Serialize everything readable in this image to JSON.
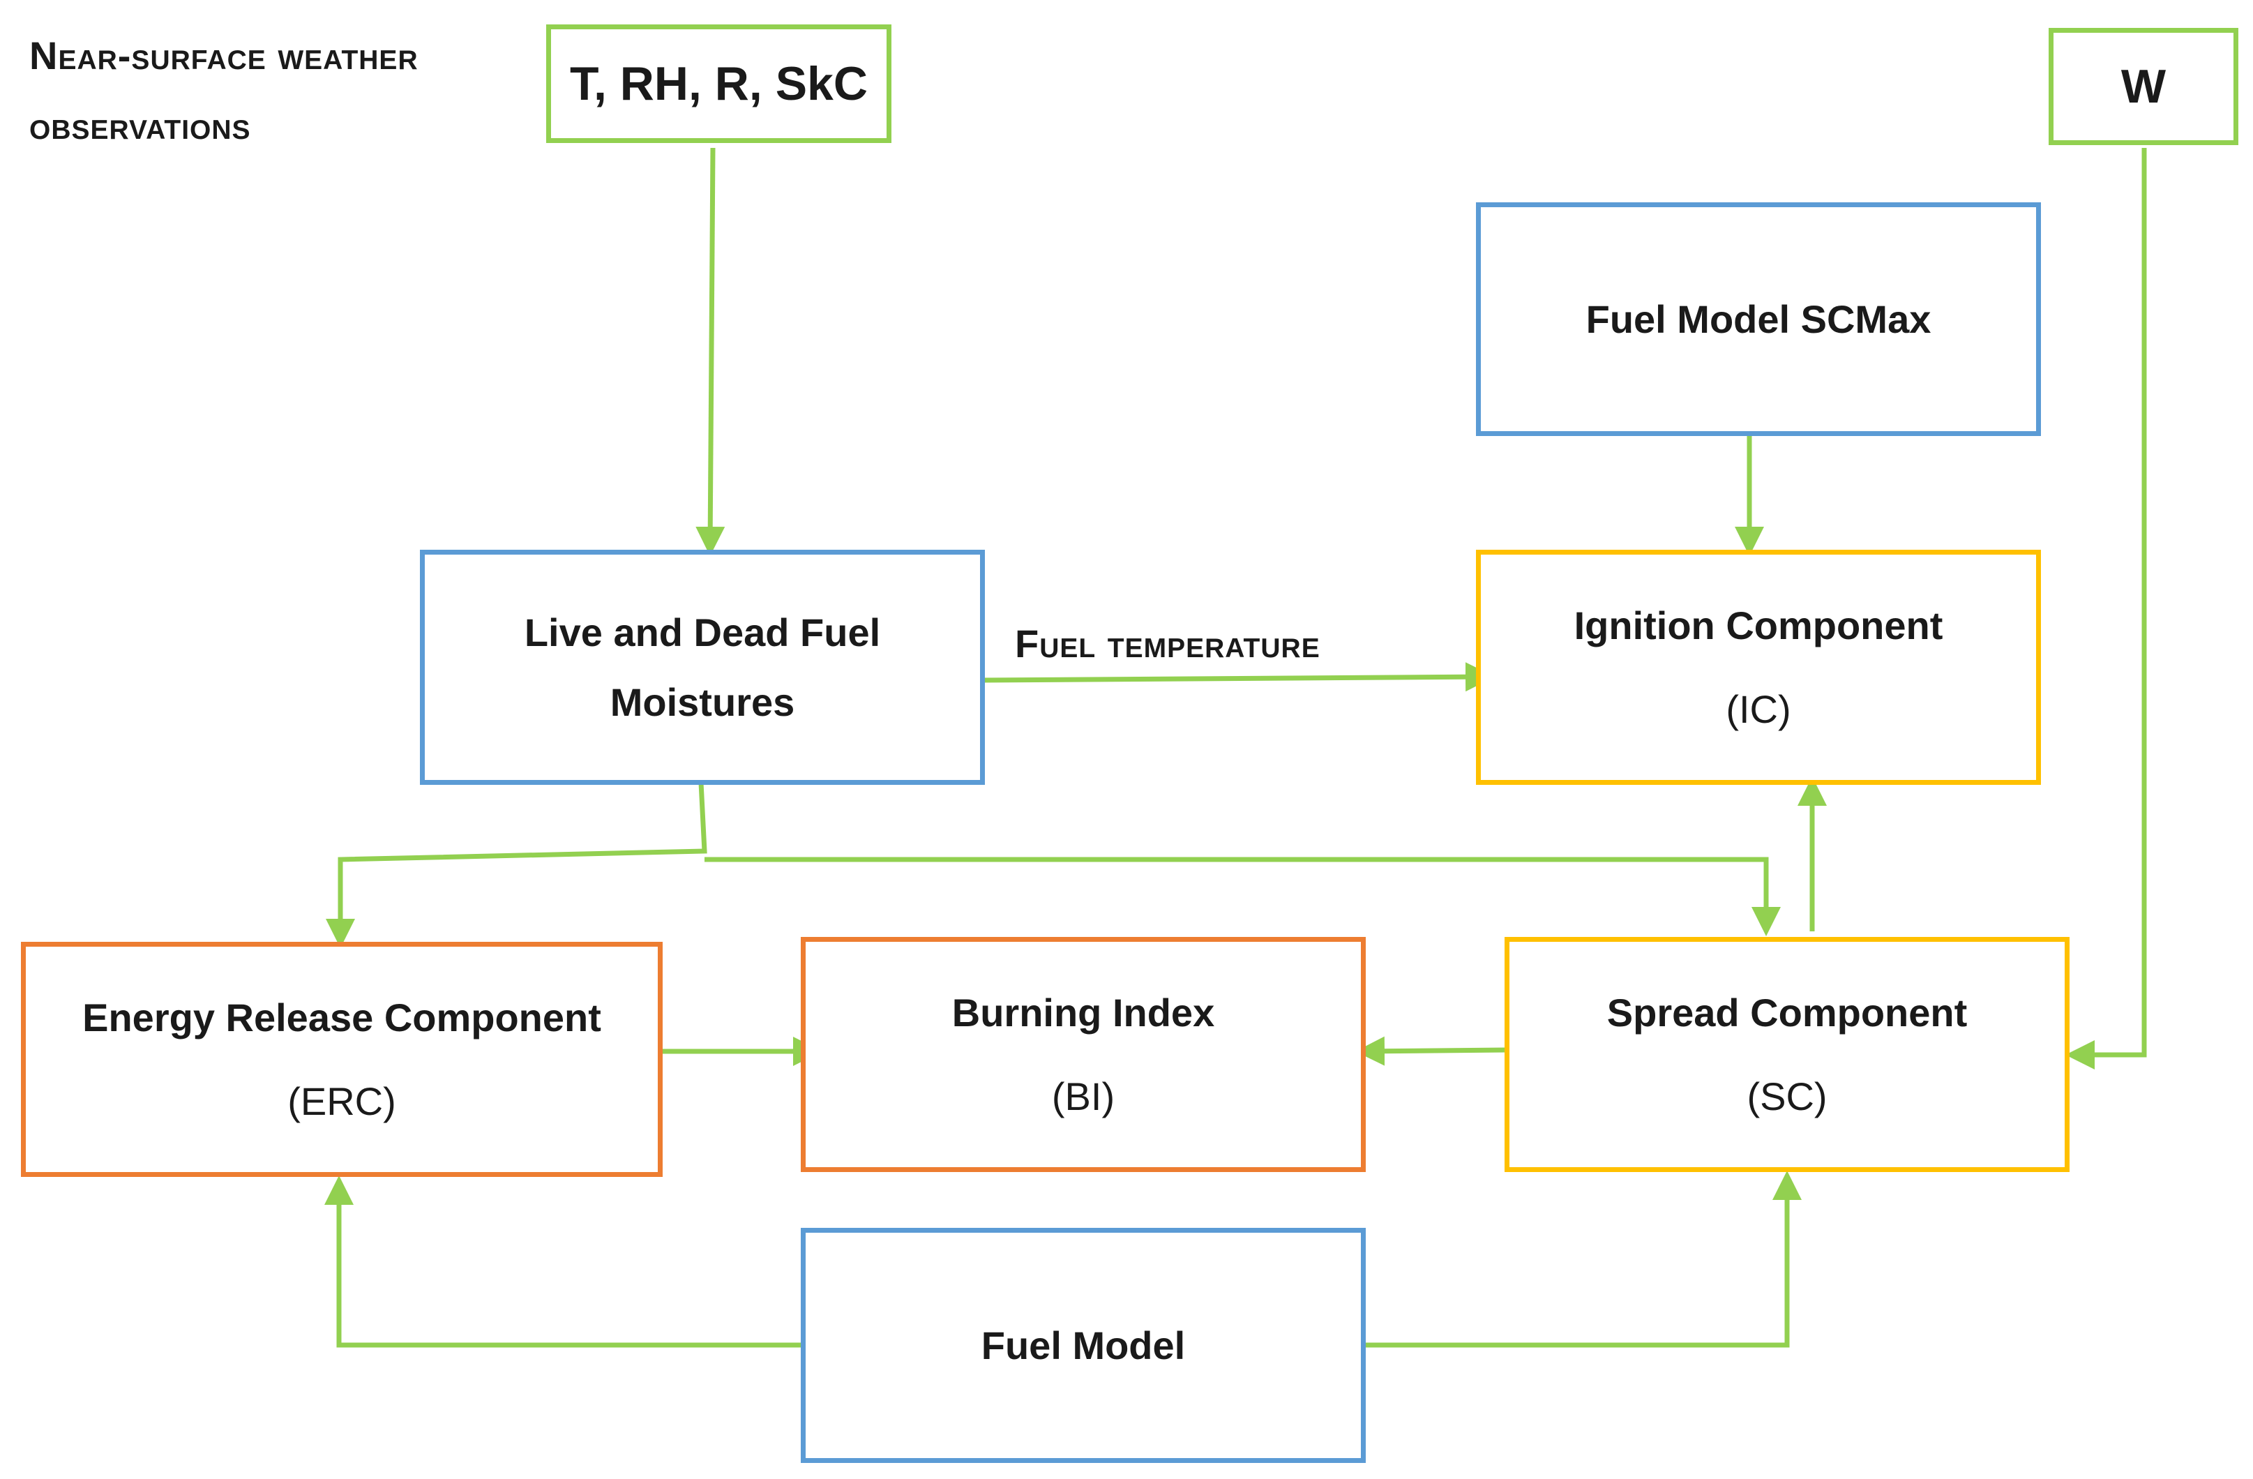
{
  "labels": {
    "observations_line1": "Near-surface weather",
    "observations_line2": "observations",
    "fuel_temperature": "Fuel temperature"
  },
  "nodes": {
    "weather_vars": {
      "text": "T, RH, R, SkC"
    },
    "wind": {
      "text": "W"
    },
    "fuel_model_scmax": {
      "title": "Fuel Model SCMax"
    },
    "fuel_moistures": {
      "title_line1": "Live and Dead Fuel",
      "title_line2": "Moistures"
    },
    "ignition": {
      "title": "Ignition Component",
      "abbr": "(IC)"
    },
    "erc": {
      "title": "Energy Release Component",
      "abbr": "(ERC)"
    },
    "bi": {
      "title": "Burning Index",
      "abbr": "(BI)"
    },
    "sc": {
      "title": "Spread Component",
      "abbr": "(SC)"
    },
    "fuel_model": {
      "title": "Fuel Model"
    }
  },
  "colors": {
    "arrow": "#92d050",
    "input_border": "#92d050",
    "model_border": "#5b9bd5",
    "component_border": "#ffc000",
    "index_border": "#ed7d31"
  }
}
